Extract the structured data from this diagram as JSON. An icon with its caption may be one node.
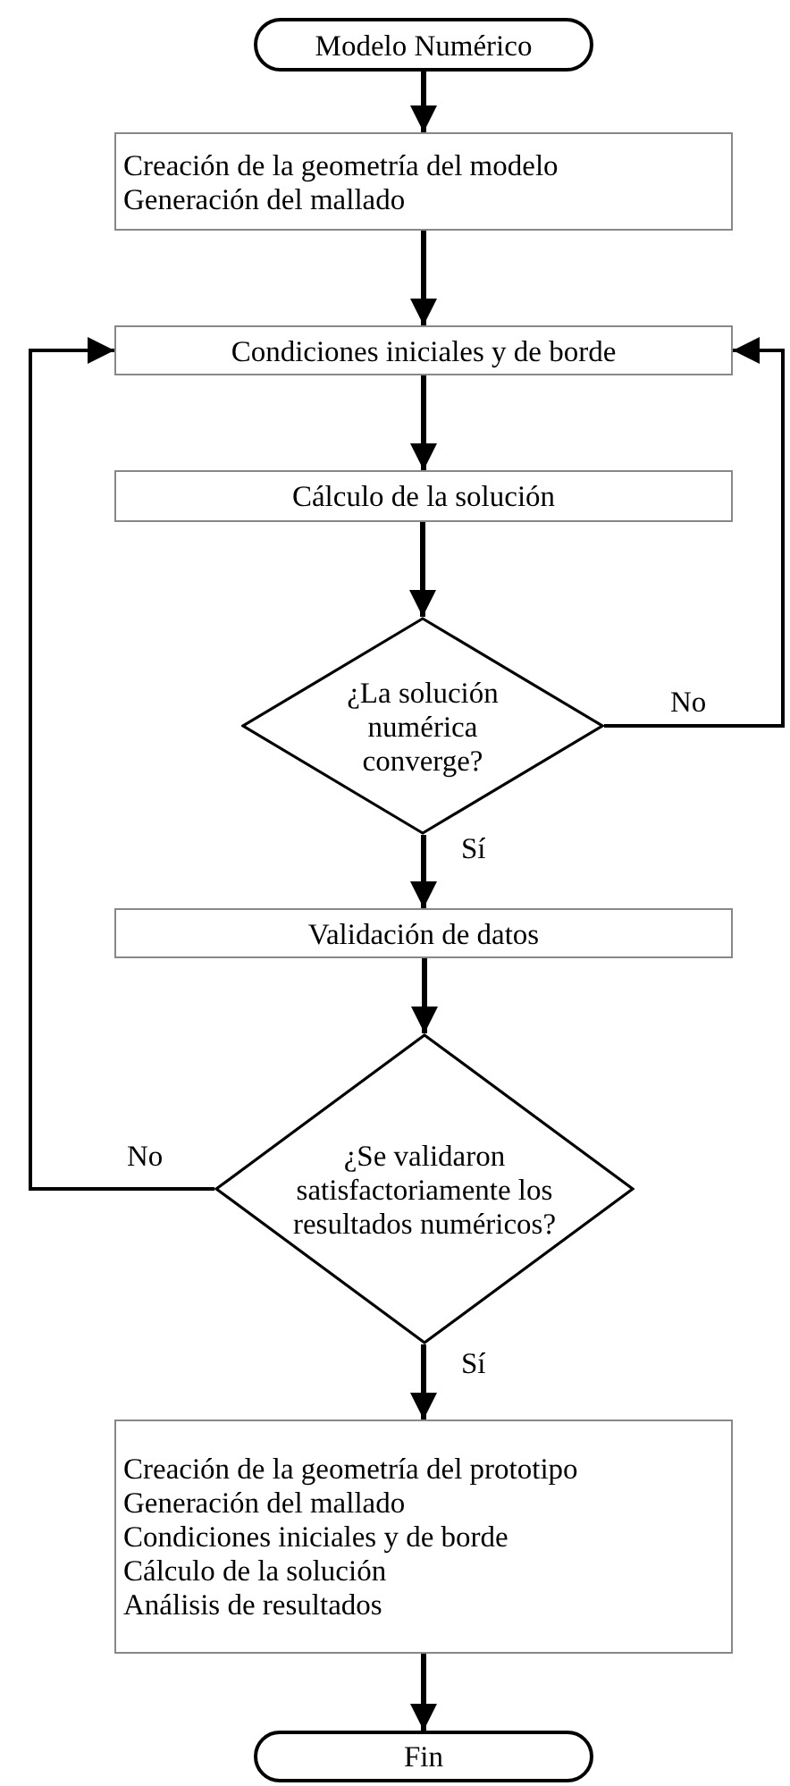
{
  "diagram": {
    "nodes": [
      {
        "text": [
          "Modelo Numérico"
        ]
      },
      {
        "text": [
          "Creación de la geometría del modelo",
          "Generación del mallado"
        ]
      },
      {
        "text": [
          "Condiciones iniciales y de borde"
        ]
      },
      {
        "text": [
          "Cálculo de la solución"
        ]
      },
      {
        "text": [
          "¿La solución numérica converge?"
        ]
      },
      {
        "text": [
          "Validación de datos"
        ]
      },
      {
        "text": [
          "¿Se validaron satisfactoriamente los resultados numéricos?"
        ]
      },
      {
        "text": [
          "Creación de la geometría del prototipo",
          "Generación del mallado",
          "Condiciones iniciales y de borde",
          "Cálculo de la solución",
          "Análisis de resultados"
        ]
      },
      {
        "text": [
          "Fin"
        ]
      }
    ],
    "edges": [
      {
        "from": 0,
        "to": 1,
        "arrow": "to"
      },
      {
        "from": 1,
        "to": 2,
        "arrow": "to"
      },
      {
        "from": 2,
        "to": 3,
        "arrow": "to"
      },
      {
        "from": 3,
        "to": 4,
        "arrow": "to"
      },
      {
        "from": 4,
        "to": 5,
        "arrow": "to",
        "label": "Sí"
      },
      {
        "from": 4,
        "to": 2,
        "arrow": "to",
        "label": "No"
      },
      {
        "from": 5,
        "to": 6,
        "arrow": "to"
      },
      {
        "from": 6,
        "to": 2,
        "arrow": "to",
        "label": "No"
      },
      {
        "from": 6,
        "to": 7,
        "arrow": "to",
        "label": "Sí"
      },
      {
        "from": 7,
        "to": 8,
        "arrow": "to"
      }
    ]
  }
}
